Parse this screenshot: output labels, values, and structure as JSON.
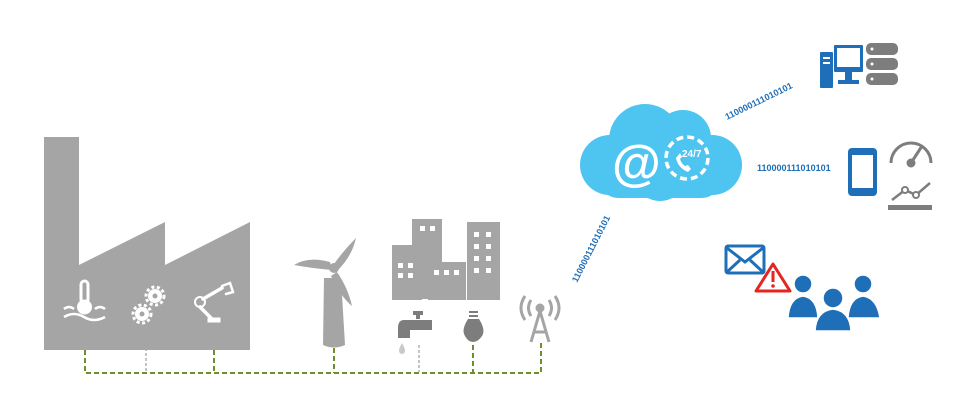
{
  "cloud": {
    "label_247": "24/7",
    "at_symbol": "@"
  },
  "binary_streams": [
    {
      "text": "110000111010101"
    },
    {
      "text": "110000111010101"
    },
    {
      "text": "110000111010101"
    }
  ],
  "colors": {
    "gray": "#a5a5a5",
    "dark_gray": "#7d7d7d",
    "cloud": "#4ec4f0",
    "blue": "#1f6fb8",
    "link": "#6f8f2a",
    "alert": "#e52521"
  }
}
